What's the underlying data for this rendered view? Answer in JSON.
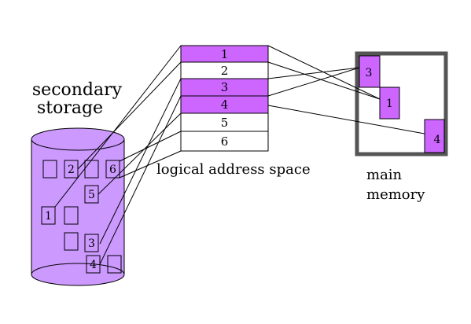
{
  "labels": {
    "secondary_line1": "secondary",
    "secondary_line2": "storage",
    "logical": "logical address space",
    "main_line1": "main",
    "main_line2": "memory"
  },
  "logical_pages": [
    {
      "label": "1",
      "resident": true
    },
    {
      "label": "2",
      "resident": false
    },
    {
      "label": "3",
      "resident": true
    },
    {
      "label": "4",
      "resident": true
    },
    {
      "label": "5",
      "resident": false
    },
    {
      "label": "6",
      "resident": false
    }
  ],
  "secondary_blocks": [
    {
      "label": ""
    },
    {
      "label": "2"
    },
    {
      "label": ""
    },
    {
      "label": "6"
    },
    {
      "label": "5"
    },
    {
      "label": "1"
    },
    {
      "label": ""
    },
    {
      "label": ""
    },
    {
      "label": "3"
    },
    {
      "label": "4"
    },
    {
      "label": ""
    }
  ],
  "main_frames": [
    {
      "label": "3"
    },
    {
      "label": "1"
    },
    {
      "label": "4"
    }
  ],
  "colors": {
    "resident_page": "#cc66ff",
    "storage_fill": "#cc99ff",
    "frame_border": "#555555",
    "line": "#000000"
  }
}
